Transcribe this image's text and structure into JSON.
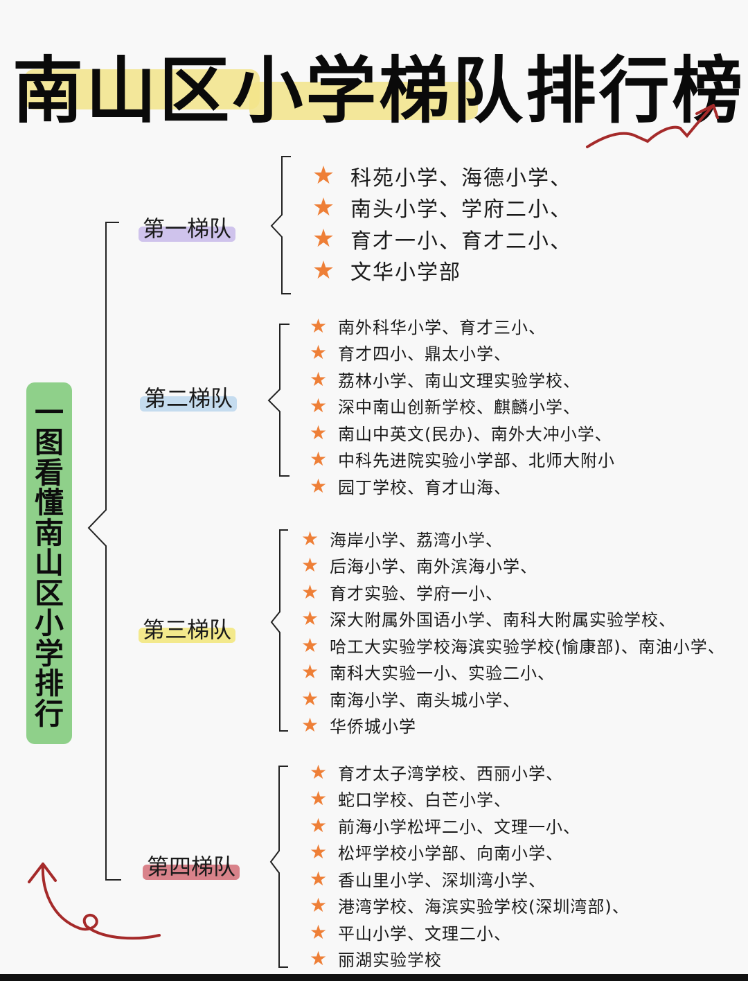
{
  "header": {
    "title": "南山区小学梯队排行榜",
    "highlight_color": "#f2e48a",
    "arrow_color": "#a52a2a"
  },
  "sidebar": {
    "chars": [
      "一",
      "图",
      "看",
      "懂",
      "南",
      "山",
      "区",
      "小",
      "学",
      "排",
      "行"
    ],
    "text": "一图看懂南山区小学排行",
    "color": "#8fd08a"
  },
  "star_icon": "star-icon",
  "star_color": "#ee7f37",
  "tiers": [
    {
      "label": "第一梯队",
      "highlight": "#cfc3ec",
      "items": [
        "科苑小学、海德小学、",
        "南头小学、学府二小、",
        "育才一小、育才二小、",
        "文华小学部"
      ]
    },
    {
      "label": "第二梯队",
      "highlight": "#c5dcef",
      "items": [
        "南外科华小学、育才三小、",
        "育才四小、鼎太小学、",
        "荔林小学、南山文理实验学校、",
        "深中南山创新学校、麒麟小学、",
        "南山中英文(民办)、南外大冲小学、",
        "中科先进院实验小学部、北师大附小",
        "园丁学校、育才山海、"
      ]
    },
    {
      "label": "第三梯队",
      "highlight": "#f3e98c",
      "items": [
        "海岸小学、荔湾小学、",
        "后海小学、南外滨海小学、",
        "育才实验、学府一小、",
        "深大附属外国语小学、南科大附属实验学校、",
        "哈工大实验学校海滨实验学校(愉康部)、南油小学、",
        "南科大实验一小、实验二小、",
        "南海小学、南头城小学、",
        "华侨城小学"
      ]
    },
    {
      "label": "第四梯队",
      "highlight": "#d9828a",
      "items": [
        "育才太子湾学校、西丽小学、",
        "蛇口学校、白芒小学、",
        "前海小学松坪二小、文理一小、",
        "松坪学校小学部、向南小学、",
        "香山里小学、深圳湾小学、",
        "港湾学校、海滨实验学校(深圳湾部)、",
        "平山小学、文理二小、",
        "丽湖实验学校"
      ]
    }
  ]
}
